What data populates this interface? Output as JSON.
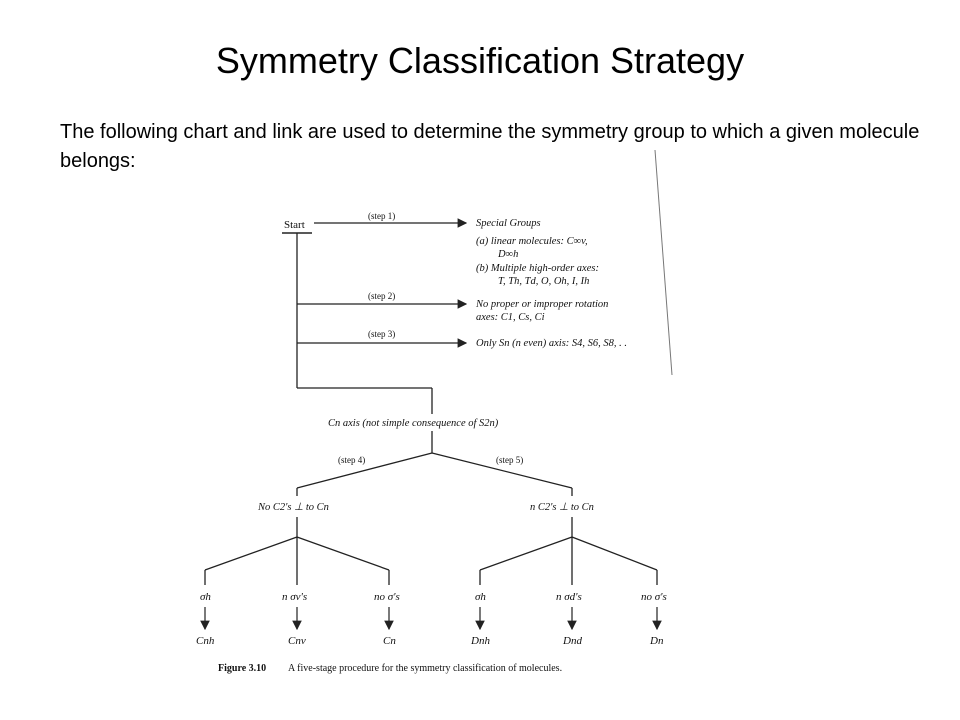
{
  "slide": {
    "title": "Symmetry Classification Strategy",
    "intro": "The following chart and link are used to determine the symmetry group to which a given molecule belongs:"
  },
  "flowchart": {
    "start": "Start",
    "steps": [
      "(step 1)",
      "(step 2)",
      "(step 3)",
      "(step 4)",
      "(step 5)"
    ],
    "special_groups": {
      "heading": "Special Groups",
      "a_line1": "(a)  linear molecules: C∞v,",
      "a_line2": "D∞h",
      "b_line1": "(b)  Multiple high-order axes:",
      "b_line2": "T, Th, Td, O, Oh, I, Ih"
    },
    "no_rotation": {
      "line1": "No proper or improper rotation",
      "line2": "axes: C1, Cs, Ci"
    },
    "only_sn": "Only Sn (n even) axis: S4, S6, S8, . .",
    "cn_axis": "Cn axis (not simple consequence of S2n)",
    "branch_left": "No C2's ⊥ to Cn",
    "branch_right": "n C2's ⊥ to Cn",
    "left_leaves": [
      {
        "condition": "σh",
        "group": "Cnh"
      },
      {
        "condition": "n σv's",
        "group": "Cnv"
      },
      {
        "condition": "no σ's",
        "group": "Cn"
      }
    ],
    "right_leaves": [
      {
        "condition": "σh",
        "group": "Dnh"
      },
      {
        "condition": "n σd's",
        "group": "Dnd"
      },
      {
        "condition": "no σ's",
        "group": "Dn"
      }
    ],
    "caption_label": "Figure 3.10",
    "caption_text": "A five-stage procedure for the symmetry classification of molecules."
  }
}
